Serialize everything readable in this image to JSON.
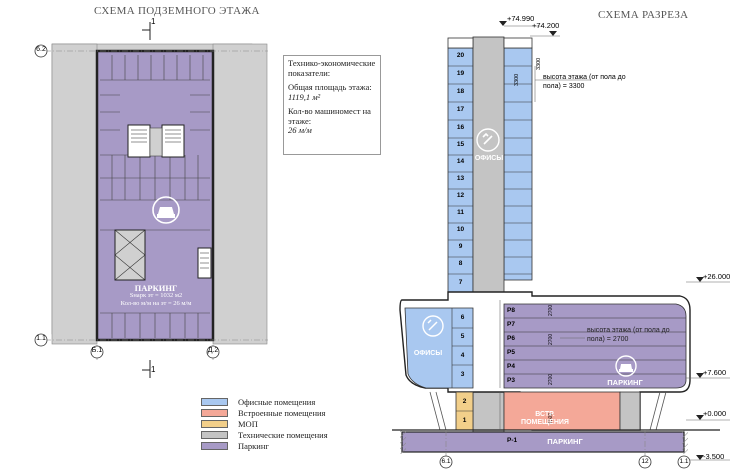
{
  "titles": {
    "plan": "СХЕМА ПОДЗЕМНОГО ЭТАЖА",
    "section": "СХЕМА РАЗРЕЗА"
  },
  "info_box": {
    "heading": "Технико-экономические показатели:",
    "area_label": "Общая площадь этажа:",
    "area_value": "1119,1 м²",
    "spaces_label": "Кол-во машиномест на этаже:",
    "spaces_value": "26 м/м"
  },
  "plan": {
    "parking_label": "ПАРКИНГ",
    "area_note": "Sнарк эт = 1032 м2",
    "spaces_note": "Кол-во м/м на эт = 26 м/м",
    "cut_mark": "1",
    "axes": [
      "6.2",
      "1.1",
      "Б.1",
      "Д.2"
    ]
  },
  "legend": [
    {
      "label": "Офисные помещения",
      "color": "#a9c8f0"
    },
    {
      "label": "Встроенные помещения",
      "color": "#f4a898"
    },
    {
      "label": "МОП",
      "color": "#f2cf8a"
    },
    {
      "label": "Технические помещения",
      "color": "#c4c4c4"
    },
    {
      "label": "Паркинг",
      "color": "#a79ac6"
    }
  ],
  "section": {
    "elevations": [
      "+74.990",
      "+74.200",
      "+26.000",
      "+7.600",
      "+0.000",
      "-3.500"
    ],
    "floor_height_office": "высота этажа (от пола до пола) = 3300",
    "floor_height_parking": "высота этажа (от пола до пола) = 2700",
    "dim_3300": "3300",
    "dim_2700": "2700",
    "dim_4500": "4500",
    "offices_label": "ОФИСЫ",
    "parking_label": "ПАРКИНГ",
    "builtin_label": "ВСТР. ПОМЕЩЕНИЯ",
    "tower_floors": [
      "20",
      "19",
      "18",
      "17",
      "16",
      "15",
      "14",
      "13",
      "12",
      "11",
      "10",
      "9",
      "8",
      "7"
    ],
    "podium_office_floors": [
      "6",
      "5",
      "4",
      "3"
    ],
    "lower_floors": [
      "2",
      "1"
    ],
    "parking_floors": [
      "P8",
      "P7",
      "P6",
      "P5",
      "P4",
      "P3"
    ],
    "basement": "P-1",
    "axes": [
      "6.1",
      "12",
      "1.1"
    ]
  }
}
